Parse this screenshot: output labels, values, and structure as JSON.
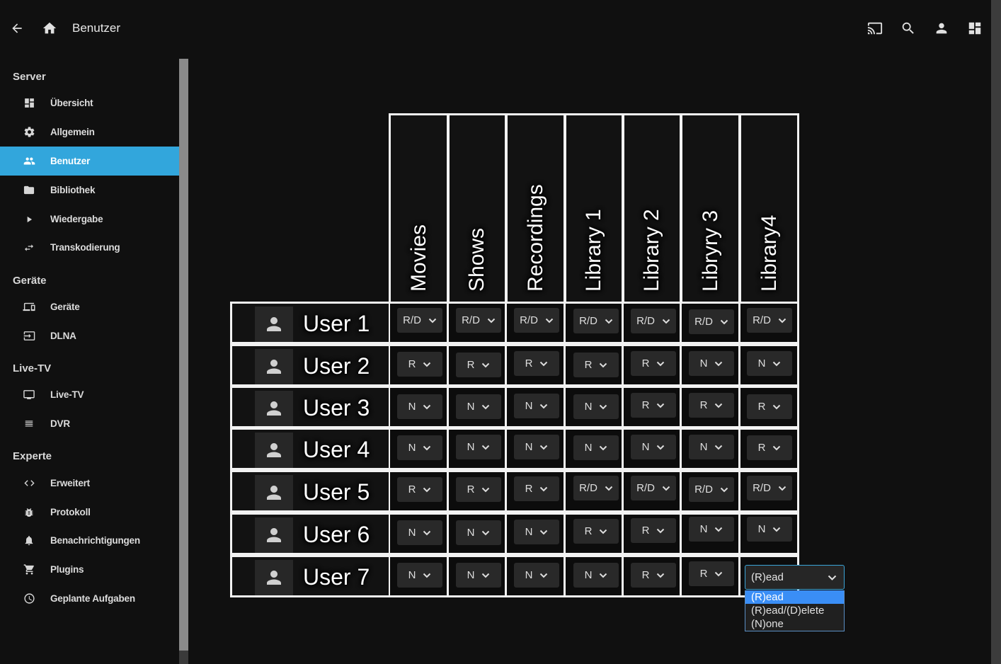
{
  "topbar": {
    "title": "Benutzer",
    "icons": [
      "back-arrow-icon",
      "home-icon",
      "cast-icon",
      "search-icon",
      "user-icon",
      "dashboard-icon"
    ]
  },
  "sidebar": {
    "sections": [
      {
        "title": "Server",
        "items": [
          {
            "label": "Übersicht",
            "icon": "dashboard-icon"
          },
          {
            "label": "Allgemein",
            "icon": "gear-icon"
          },
          {
            "label": "Benutzer",
            "icon": "people-icon",
            "active": true
          },
          {
            "label": "Bibliothek",
            "icon": "folder-icon"
          },
          {
            "label": "Wiedergabe",
            "icon": "play-icon"
          },
          {
            "label": "Transkodierung",
            "icon": "swap-icon"
          }
        ]
      },
      {
        "title": "Geräte",
        "items": [
          {
            "label": "Geräte",
            "icon": "devices-icon"
          },
          {
            "label": "DLNA",
            "icon": "input-icon"
          }
        ]
      },
      {
        "title": "Live-TV",
        "items": [
          {
            "label": "Live-TV",
            "icon": "tv-icon"
          },
          {
            "label": "DVR",
            "icon": "list-icon"
          }
        ]
      },
      {
        "title": "Experte",
        "items": [
          {
            "label": "Erweitert",
            "icon": "code-icon"
          },
          {
            "label": "Protokoll",
            "icon": "bug-icon"
          },
          {
            "label": "Benachrichtigungen",
            "icon": "bell-icon"
          },
          {
            "label": "Plugins",
            "icon": "cart-icon"
          },
          {
            "label": "Geplante Aufgaben",
            "icon": "clock-icon"
          }
        ]
      }
    ]
  },
  "grid": {
    "libraries": [
      "Movies",
      "Shows",
      "Recordings",
      "Library 1",
      "Library 2",
      "Libryry 3",
      "Library4"
    ],
    "users": [
      {
        "name": "User 1",
        "perms": [
          "R/D",
          "R/D",
          "R/D",
          "R/D",
          "R/D",
          "R/D",
          "R/D"
        ]
      },
      {
        "name": "User 2",
        "perms": [
          "R",
          "R",
          "R",
          "R",
          "R",
          "N",
          "N"
        ]
      },
      {
        "name": "User 3",
        "perms": [
          "N",
          "N",
          "N",
          "N",
          "R",
          "R",
          "R"
        ]
      },
      {
        "name": "User 4",
        "perms": [
          "N",
          "N",
          "N",
          "N",
          "N",
          "N",
          "R"
        ]
      },
      {
        "name": "User 5",
        "perms": [
          "R",
          "R",
          "R",
          "R/D",
          "R/D",
          "R/D",
          "R/D"
        ]
      },
      {
        "name": "User 6",
        "perms": [
          "N",
          "N",
          "N",
          "R",
          "R",
          "N",
          "N"
        ]
      },
      {
        "name": "User 7",
        "perms": [
          "N",
          "N",
          "N",
          "N",
          "R",
          "R",
          "(R)ead"
        ]
      }
    ]
  },
  "open_select": {
    "value": "(R)ead",
    "options": [
      "(R)ead",
      "(R)ead/(D)elete",
      "(N)one"
    ],
    "selected_index": 0
  },
  "colors": {
    "accent": "#32a6dc",
    "background": "#101010",
    "option_highlight": "#3a8ef6"
  }
}
